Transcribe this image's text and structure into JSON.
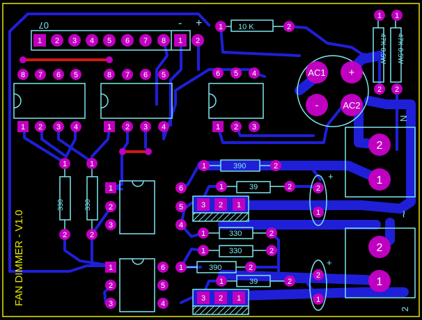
{
  "board": {
    "title": "FAN DIMMER - V1.0",
    "colors": {
      "background": "#000000",
      "copper": "#1f1fd8",
      "outline": "#e8e800",
      "silkscreen": "#7fe8f0",
      "pad": "#c000c0",
      "jumper": "#d01818",
      "pad_text": "#ffffff"
    }
  },
  "header": {
    "ref": "07",
    "pins": [
      "1",
      "2",
      "3",
      "4",
      "5",
      "6",
      "7",
      "8"
    ],
    "power_pins": [
      "1",
      "2"
    ],
    "minus": "-",
    "plus": "+"
  },
  "ic_left": {
    "top_pins": [
      "8",
      "7",
      "6",
      "5"
    ],
    "bottom_pins": [
      "1",
      "2",
      "3",
      "4"
    ]
  },
  "ic_mid": {
    "top_pins": [
      "8",
      "7",
      "6",
      "5"
    ],
    "bottom_pins": [
      "1",
      "2",
      "3",
      "4"
    ]
  },
  "ic_right": {
    "top_pins": [
      "6",
      "5",
      "4"
    ],
    "bottom_pins": [
      "1",
      "2",
      "3"
    ]
  },
  "resistors": {
    "r_top": {
      "value": "10 K",
      "pins": [
        "1",
        "2"
      ]
    },
    "r_47k_a": {
      "value": "47K 0.5W",
      "pins": [
        "1",
        "2"
      ]
    },
    "r_47k_b": {
      "value": "47K 0.5W",
      "pins": [
        "1",
        "2"
      ]
    },
    "r_v1": {
      "value": "330",
      "pins": [
        "1",
        "2"
      ]
    },
    "r_v2": {
      "value": "330",
      "pins": [
        "1",
        "2"
      ]
    },
    "r_a": {
      "value": "390",
      "pins": [
        "1",
        "2"
      ]
    },
    "r_b": {
      "value": "39",
      "pins": [
        "1",
        "2"
      ]
    },
    "r_c": {
      "value": "330",
      "pins": [
        "1",
        "2"
      ]
    },
    "r_d": {
      "value": "330",
      "pins": [
        "1",
        "2"
      ]
    },
    "r_e": {
      "value": "390",
      "pins": [
        "1",
        "2"
      ]
    },
    "r_f": {
      "value": "39",
      "pins": [
        "1",
        "2"
      ]
    }
  },
  "ac": {
    "ac1": "AC1",
    "ac2": "AC2",
    "plus": "+",
    "minus": "-"
  },
  "opto1": {
    "left_pins": [
      "1",
      "2",
      "3"
    ],
    "right_pins": [
      "6",
      "5",
      "4"
    ]
  },
  "opto2": {
    "left_pins": [
      "1",
      "2",
      "3"
    ],
    "right_pins": [
      "6",
      "5",
      "4"
    ]
  },
  "triac1": {
    "pins": [
      "3",
      "2",
      "1"
    ]
  },
  "triac2": {
    "pins": [
      "3",
      "2",
      "1"
    ]
  },
  "caps": {
    "c1": {
      "pins": [
        "2",
        "1"
      ],
      "plus": "+"
    },
    "c2": {
      "pins": [
        "2",
        "1"
      ],
      "plus": "+"
    }
  },
  "terminals": {
    "t1": {
      "pins": [
        "2",
        "1"
      ],
      "tag": "N"
    },
    "t2": {
      "pins": [
        "2",
        "1"
      ],
      "tag": "~",
      "bottom_tag": "2"
    }
  }
}
